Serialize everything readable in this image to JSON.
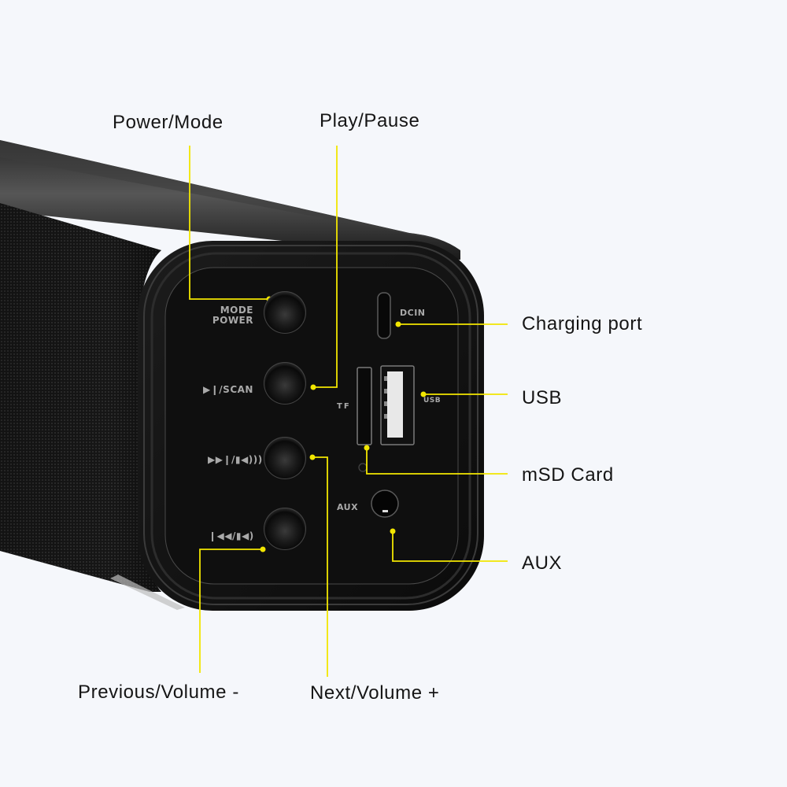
{
  "figure": {
    "subject": "soundbar side control panel",
    "background_color": "#f5f7fb",
    "leader_line_color": "#f2e600",
    "label_color": "#151515"
  },
  "callouts": {
    "power_mode": "Power/Mode",
    "play_pause": "Play/Pause",
    "charging_port": "Charging port",
    "usb": "USB",
    "msd_card": "mSD Card",
    "aux": "AUX",
    "previous_volume_down": "Previous/Volume -",
    "next_volume_up": "Next/Volume +"
  },
  "panel_labels": {
    "mode": "MODE",
    "power": "POWER",
    "play_scan": "⏯/SCAN",
    "play_scan_text": "SCAN",
    "next_vol_up": "▶▶I/🔊",
    "prev_vol_down": "I◀◀/🔉",
    "dcin": "DCIN",
    "tf": "TF",
    "usb": "USB",
    "aux": "AUX"
  },
  "icons": {
    "play_pause": "play-pause-icon",
    "next_track": "next-track-icon",
    "previous_track": "previous-track-icon",
    "volume_up": "volume-up-icon",
    "volume_down": "volume-down-icon"
  }
}
